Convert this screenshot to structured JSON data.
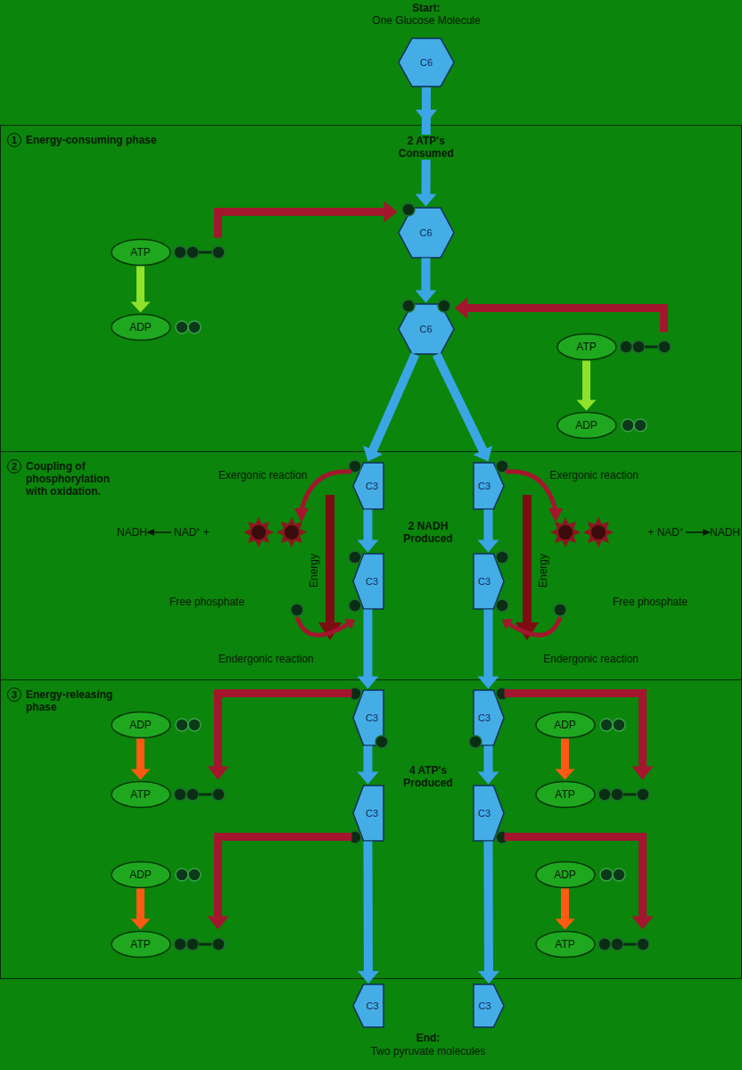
{
  "diagram": {
    "nodes": [
      {
        "text": [
          "C6"
        ]
      },
      {
        "text": [
          "1",
          "Energy-consuming phase"
        ]
      },
      {
        "text": [
          "ATP"
        ],
        "in": 1
      },
      {
        "text": [
          "ADP"
        ],
        "in": 1
      },
      {
        "text": [
          "C6"
        ],
        "in": 1
      },
      {
        "text": [
          "C6"
        ],
        "in": 1
      },
      {
        "text": [
          "ATP"
        ],
        "in": 1
      },
      {
        "text": [
          "ADP"
        ],
        "in": 1
      },
      {
        "text": [
          "2",
          "Coupling of phosphorylation with oxidation."
        ]
      },
      {
        "text": [
          "C3"
        ],
        "in": 8
      },
      {
        "text": [
          "C3"
        ],
        "in": 8
      },
      {
        "text": [
          "C3"
        ],
        "in": 8
      },
      {
        "text": [
          "C3"
        ],
        "in": 8
      },
      {
        "text": [
          "3",
          "Energy-releasing phase"
        ]
      },
      {
        "text": [
          "C3"
        ],
        "in": 13
      },
      {
        "text": [
          "C3"
        ],
        "in": 13
      },
      {
        "text": [
          "ADP"
        ],
        "in": 13
      },
      {
        "text": [
          "ATP"
        ],
        "in": 13
      },
      {
        "text": [
          "ADP"
        ],
        "in": 13
      },
      {
        "text": [
          "ATP"
        ],
        "in": 13
      },
      {
        "text": [
          "C3"
        ],
        "in": 13
      },
      {
        "text": [
          "C3"
        ],
        "in": 13
      },
      {
        "text": [
          "ADP"
        ],
        "in": 13
      },
      {
        "text": [
          "ATP"
        ],
        "in": 13
      },
      {
        "text": [
          "ADP"
        ],
        "in": 13
      },
      {
        "text": [
          "ATP"
        ],
        "in": 13
      },
      {
        "text": [
          "C3"
        ]
      },
      {
        "text": [
          "C3"
        ]
      }
    ],
    "edges": [
      {
        "from": 0,
        "to": 4,
        "arrow": "to",
        "label": "2 ATP's Consumed"
      },
      {
        "from": 4,
        "to": 5,
        "arrow": "to"
      },
      {
        "from": 5,
        "to": 9,
        "arrow": "to"
      },
      {
        "from": 5,
        "to": 10,
        "arrow": "to"
      },
      {
        "from": 9,
        "to": 11,
        "arrow": "to"
      },
      {
        "from": 10,
        "to": 12,
        "arrow": "to"
      },
      {
        "from": 11,
        "to": 14,
        "arrow": "to"
      },
      {
        "from": 12,
        "to": 15,
        "arrow": "to"
      },
      {
        "from": 14,
        "to": 20,
        "arrow": "to"
      },
      {
        "from": 15,
        "to": 21,
        "arrow": "to"
      },
      {
        "from": 20,
        "to": 26,
        "arrow": "to"
      },
      {
        "from": 21,
        "to": 27,
        "arrow": "to"
      },
      {
        "from": 2,
        "to": 3,
        "arrow": "to"
      },
      {
        "from": 2,
        "to": 4,
        "arrow": "to"
      },
      {
        "from": 6,
        "to": 7,
        "arrow": "to"
      },
      {
        "from": 6,
        "to": 5,
        "arrow": "to"
      },
      {
        "from": 14,
        "to": 17,
        "arrow": "to"
      },
      {
        "from": 16,
        "to": 17,
        "arrow": "to"
      },
      {
        "from": 15,
        "to": 19,
        "arrow": "to"
      },
      {
        "from": 18,
        "to": 19,
        "arrow": "to"
      },
      {
        "from": 20,
        "to": 23,
        "arrow": "to"
      },
      {
        "from": 22,
        "to": 23,
        "arrow": "to"
      },
      {
        "from": 21,
        "to": 25,
        "arrow": "to"
      },
      {
        "from": 24,
        "to": 25,
        "arrow": "to"
      }
    ],
    "labels": [
      "Start:",
      "One Glucose Molecule",
      "Exergonic reaction",
      "Exergonic reaction",
      "NADH",
      "NAD⁺ +",
      "2 NADH Produced",
      "+ NAD⁺",
      "NADH",
      "Energy",
      "Energy",
      "Free phosphate",
      "Free phosphate",
      "Endergonic reaction",
      "Endergonic reaction",
      "4 ATP's Produced",
      "End:",
      "Two pyruvate molecules"
    ]
  }
}
